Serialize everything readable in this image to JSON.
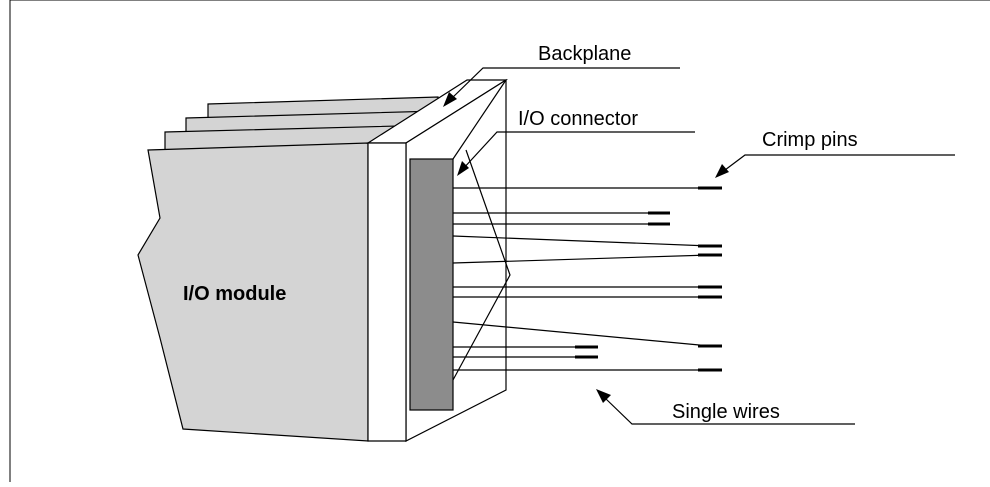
{
  "diagram": {
    "labels": {
      "module": "I/O module",
      "backplane": "Backplane",
      "connector": "I/O connector",
      "crimp_pins": "Crimp pins",
      "wires": "Single wires"
    },
    "colors": {
      "module_fill": "#d4d4d4",
      "connector_fill": "#8c8c8c",
      "backplane_fill": "#ffffff",
      "stroke": "#000000"
    }
  }
}
